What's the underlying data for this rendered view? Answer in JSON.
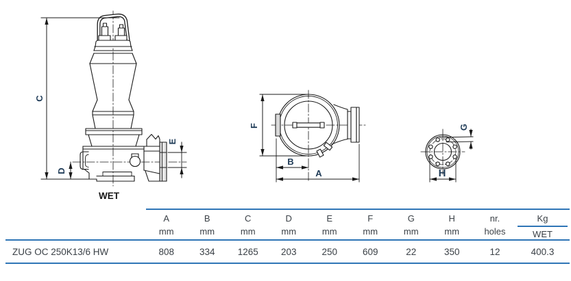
{
  "drawings": {
    "side_view": {
      "dim_c": "C",
      "dim_d": "D",
      "dim_e": "E",
      "caption": "WET"
    },
    "top_view": {
      "dim_f": "F",
      "dim_b": "B",
      "dim_a": "A"
    },
    "flange_view": {
      "dim_g": "G",
      "dim_h": "H"
    }
  },
  "table": {
    "columns": [
      {
        "letter": "A",
        "unit": "mm"
      },
      {
        "letter": "B",
        "unit": "mm"
      },
      {
        "letter": "C",
        "unit": "mm"
      },
      {
        "letter": "D",
        "unit": "mm"
      },
      {
        "letter": "E",
        "unit": "mm"
      },
      {
        "letter": "F",
        "unit": "mm"
      },
      {
        "letter": "G",
        "unit": "mm"
      },
      {
        "letter": "H",
        "unit": "mm"
      },
      {
        "letter": "nr.",
        "unit": "holes"
      },
      {
        "letter": "Kg",
        "unit": "WET"
      }
    ],
    "row": {
      "model": "ZUG OC 250K13/6 HW",
      "values": [
        "808",
        "334",
        "1265",
        "203",
        "250",
        "609",
        "22",
        "350",
        "12",
        "400.3"
      ]
    }
  },
  "colors": {
    "accent_blue": "#2e75b6",
    "drawing_line": "#1a1a1a",
    "dim_label": "#1f3b57",
    "table_text": "#3a4046"
  }
}
